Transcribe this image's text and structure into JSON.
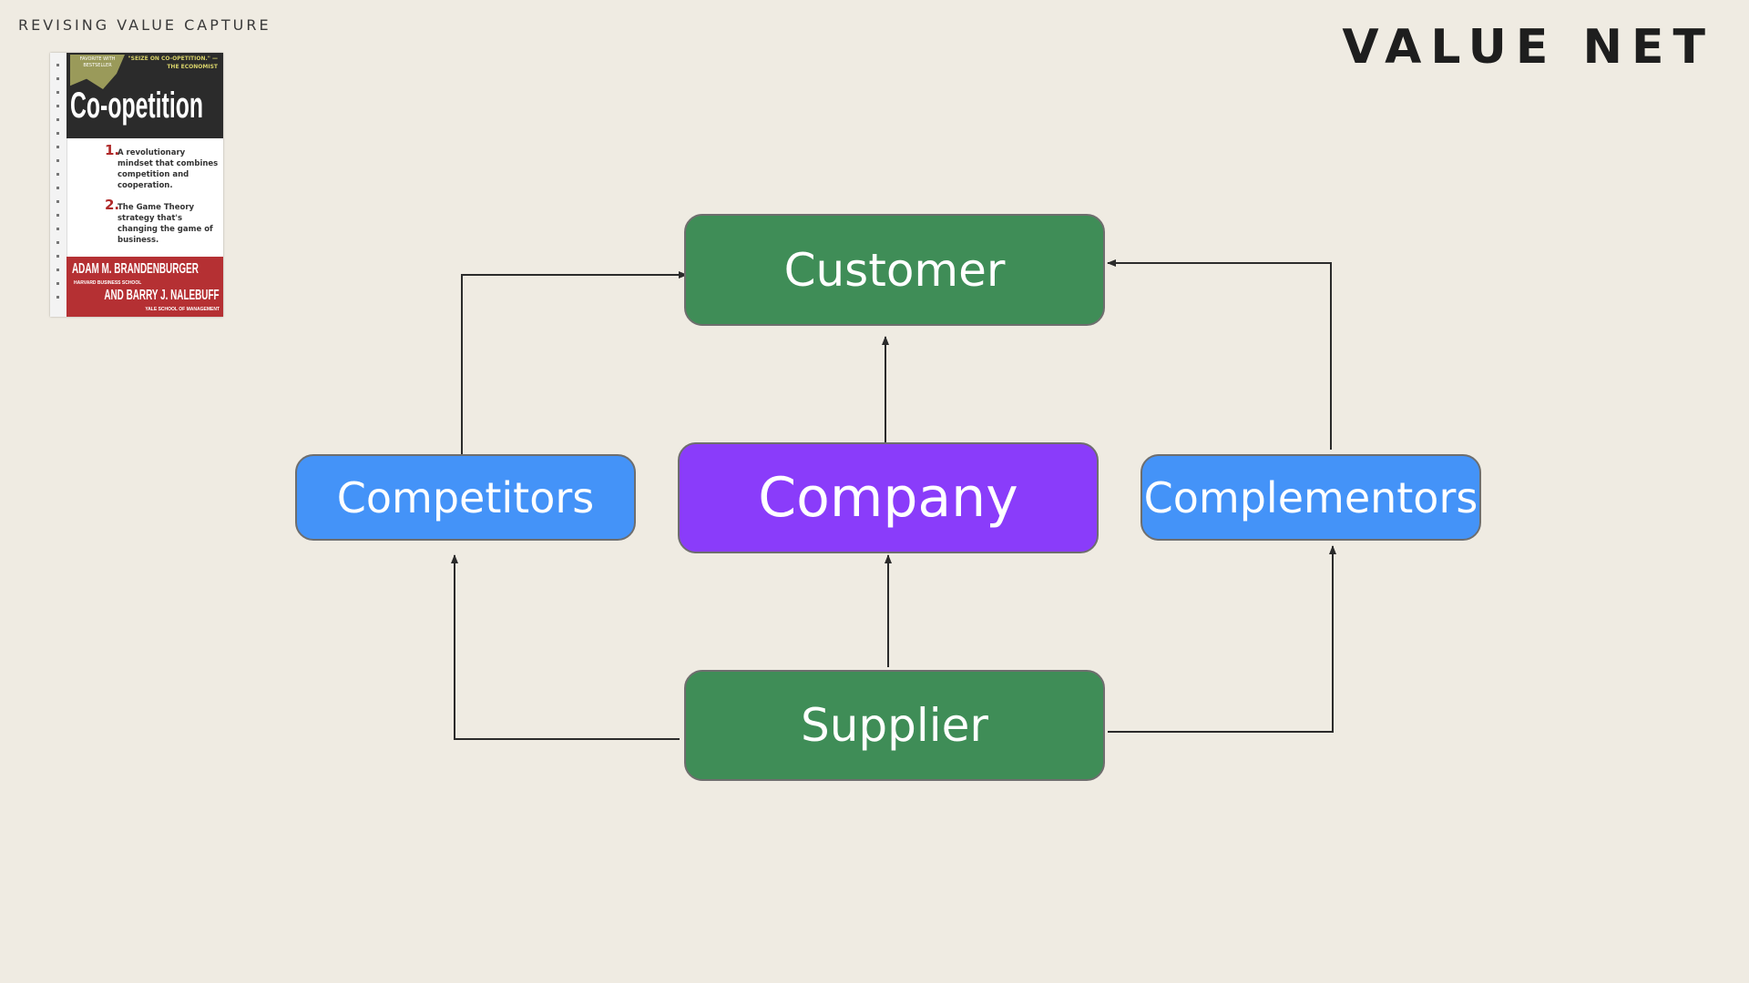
{
  "header": {
    "section_label": "REVISING VALUE CAPTURE",
    "title": "VALUE NET"
  },
  "book": {
    "badge": "FAVORITE WITH BESTSELLER",
    "quote": "\"SEIZE ON CO-OPETITION.\" —THE ECONOMIST",
    "title": "Co-opetition",
    "points": [
      {
        "num": "1.",
        "text": "A revolutionary mindset that combines competition and cooperation."
      },
      {
        "num": "2.",
        "text": "The Game Theory strategy that's changing the game of business."
      }
    ],
    "author1": "ADAM M. BRANDENBURGER",
    "author1_affiliation": "HARVARD BUSINESS SCHOOL",
    "author2": "AND BARRY J. NALEBUFF",
    "author2_affiliation": "YALE SCHOOL OF MANAGEMENT"
  },
  "diagram": {
    "nodes": {
      "customer": "Customer",
      "company": "Company",
      "competitors": "Competitors",
      "complementors": "Complementors",
      "supplier": "Supplier"
    },
    "colors": {
      "customer": "#3f8d57",
      "supplier": "#3f8d57",
      "company": "#8a3cfa",
      "competitors": "#4493f8",
      "complementors": "#4493f8",
      "background": "#efebe2"
    },
    "edges": [
      {
        "from": "competitors",
        "to": "customer"
      },
      {
        "from": "complementors",
        "to": "customer"
      },
      {
        "from": "company",
        "to": "customer"
      },
      {
        "from": "supplier",
        "to": "company"
      },
      {
        "from": "supplier",
        "to": "competitors"
      },
      {
        "from": "supplier",
        "to": "complementors"
      }
    ]
  }
}
